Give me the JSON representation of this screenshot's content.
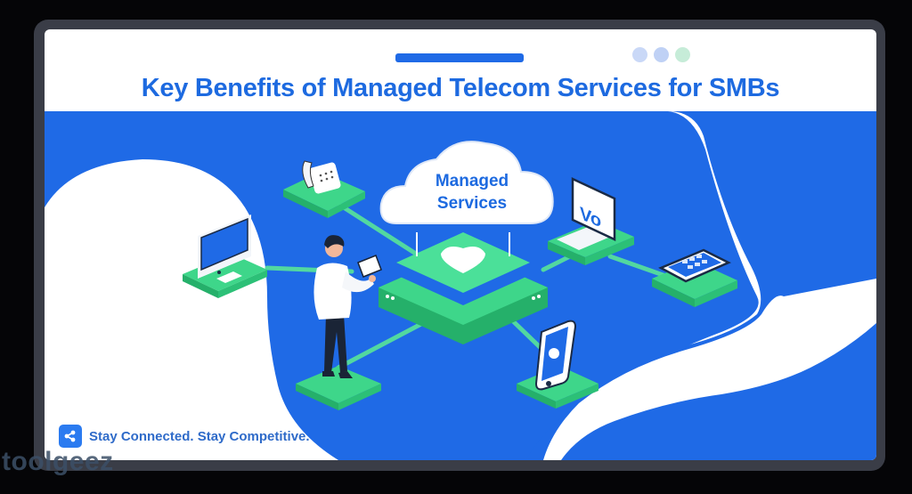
{
  "header": {
    "title": "Key Benefits of Managed Telecom Services for SMBs",
    "accent_bar_color": "#1f6ae6",
    "window_dots": [
      "#c9d8f7",
      "#bfd1f5",
      "#c6ecd8"
    ]
  },
  "diagram": {
    "center_label": "Managed Services",
    "center_label_line1": "Managed",
    "center_label_line2": "Services",
    "hub": "router-hub",
    "nodes": [
      {
        "id": "desk-phone",
        "icon": "phone-icon"
      },
      {
        "id": "desktop-computer",
        "icon": "monitor-icon"
      },
      {
        "id": "voip-laptop",
        "icon": "laptop-icon",
        "screen_text": "Vo"
      },
      {
        "id": "tablet",
        "icon": "tablet-icon"
      },
      {
        "id": "smartphone",
        "icon": "smartphone-icon"
      },
      {
        "id": "person-with-tablet",
        "icon": "person-icon"
      }
    ],
    "colors": {
      "blue_background": "#1f6ae6",
      "green_platform": "#3ed68a",
      "green_platform_side": "#25b06a",
      "connector": "#52d8a0",
      "white": "#ffffff"
    }
  },
  "footer": {
    "tagline": "Stay Connected. Stay Competitive.",
    "tag_icon": "share-icon",
    "watermark": "toolgeez"
  }
}
